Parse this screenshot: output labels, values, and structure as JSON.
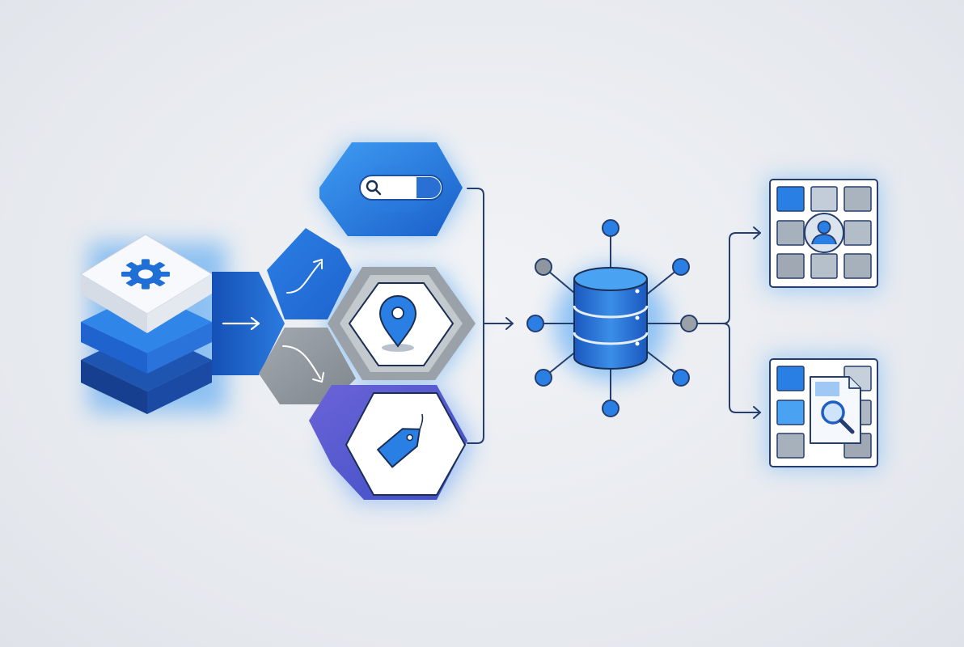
{
  "diagram": {
    "stages": [
      {
        "id": "source",
        "icon": "gear-icon"
      },
      {
        "id": "filter-search",
        "icon": "search-icon"
      },
      {
        "id": "filter-location",
        "icon": "map-pin-icon"
      },
      {
        "id": "filter-tag",
        "icon": "tag-icon"
      },
      {
        "id": "database-hub",
        "icon": "database-icon"
      },
      {
        "id": "output-user-grid",
        "icon": "user-icon"
      },
      {
        "id": "output-document-grid",
        "icon": "document-search-icon"
      }
    ],
    "branches": [
      {
        "id": "branch-up",
        "icon": "arrow-up-right-icon"
      },
      {
        "id": "branch-down",
        "icon": "arrow-down-right-icon"
      }
    ]
  },
  "colors": {
    "primary": "#1f6fd6",
    "light_blue": "#3e9af0",
    "dark_blue": "#16459a",
    "navy_line": "#263e6e",
    "gray": "#8f969d",
    "violet": "#5b57c9",
    "background": "#e8ebef"
  }
}
